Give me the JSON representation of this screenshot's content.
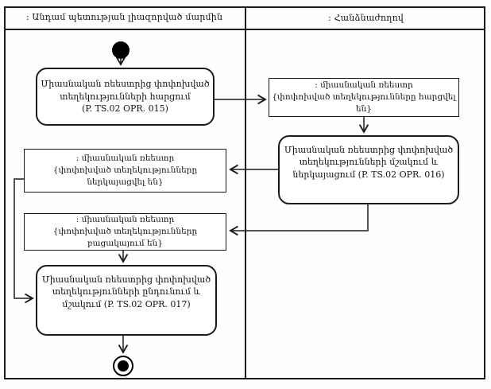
{
  "lanes": [
    {
      "title": ": Անդամ պետության լիազորված մարմին"
    },
    {
      "title": ": Հանձնաժողով"
    }
  ],
  "nodes": {
    "activity_015": {
      "lines": [
        "Միասնական ռեեստրից փոփոխված",
        "տեղեկությունների հարցում",
        "(P. TS.02 OPR. 015)"
      ]
    },
    "object_requested": {
      "title": ": միասնական ռեեստր",
      "state": "{փոփոխված տեղեկությունները հարցվել են}"
    },
    "activity_016": {
      "lines": [
        "Միասնական ռեեստրից փոփոխված",
        "տեղեկությունների մշակում և",
        "ներկայացում (P. TS.02 OPR. 016)"
      ]
    },
    "object_submitted": {
      "title": ": միասնական ռեեստր",
      "state": "{փոփոխված տեղեկությունները ներկայացվել են}"
    },
    "object_absent": {
      "title": ": միասնական ռեեստր",
      "state": "{փոփոխված տեղեկությունները բացակայում են}"
    },
    "activity_017": {
      "lines": [
        "Միասնական ռեեստրից փոփոխված",
        "տեղեկությունների ընդունում և",
        "մշակում (P. TS.02 OPR. 017)"
      ]
    }
  },
  "colors": {
    "line": "#1b1b1b",
    "background": "#fefefe"
  }
}
